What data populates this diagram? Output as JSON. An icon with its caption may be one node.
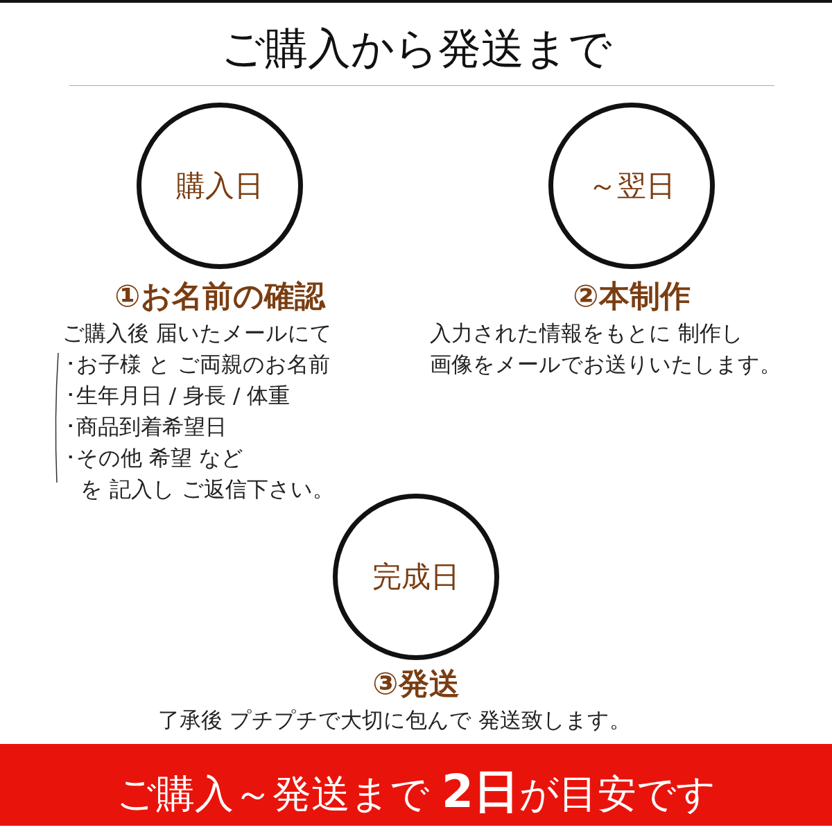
{
  "diagram": {
    "title": "ご購入から発送まで",
    "nodes": [
      {
        "text": [
          "購入日",
          "①お名前の確認"
        ],
        "beside": [
          "ご購入後 届いたメールにて",
          "･お子様 と ご両親のお名前",
          "･生年月日 / 身長 / 体重",
          "･商品到着希望日",
          "･その他 希望 など",
          "を 記入し ご返信下さい。"
        ]
      },
      {
        "text": [
          "～翌日",
          "②本制作"
        ],
        "beside": [
          "入力された情報をもとに 制作し",
          "画像をメールでお送りいたします。"
        ]
      },
      {
        "text": [
          "完成日",
          "③発送"
        ],
        "beside": [
          "了承後 プチプチで大切に包んで 発送致します。"
        ]
      }
    ],
    "labels": [
      "ご購入～発送まで **2日**が目安です"
    ]
  }
}
